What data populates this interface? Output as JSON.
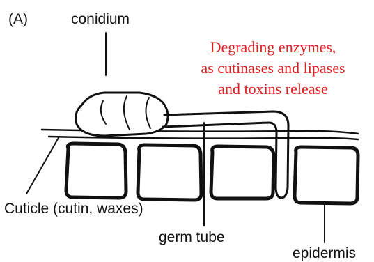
{
  "panel_label": "(A)",
  "labels": {
    "conidium": "conidium",
    "cuticle": "Cuticle (cutin, waxes)",
    "germ_tube": "germ tube",
    "epidermis": "epidermis"
  },
  "annotation": {
    "lines": [
      "Degrading enzymes,",
      "as cutinases and lipases",
      "and toxins release"
    ],
    "color": "#e02020"
  }
}
